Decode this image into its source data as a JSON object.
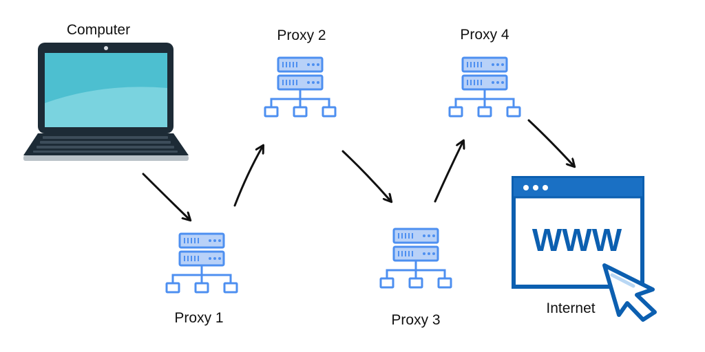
{
  "nodes": {
    "computer": {
      "label": "Computer"
    },
    "proxy1": {
      "label": "Proxy 1"
    },
    "proxy2": {
      "label": "Proxy 2"
    },
    "proxy3": {
      "label": "Proxy 3"
    },
    "proxy4": {
      "label": "Proxy 4"
    },
    "internet": {
      "label": "Internet",
      "browser_text": "WWW"
    }
  },
  "colors": {
    "server_stroke": "#4d8ff0",
    "server_fill": "#b8d1f8",
    "browser_blue": "#0c5fb0",
    "laptop_frame": "#1d2b36",
    "laptop_screen": "#5cc7d7",
    "arrow": "#111111"
  }
}
